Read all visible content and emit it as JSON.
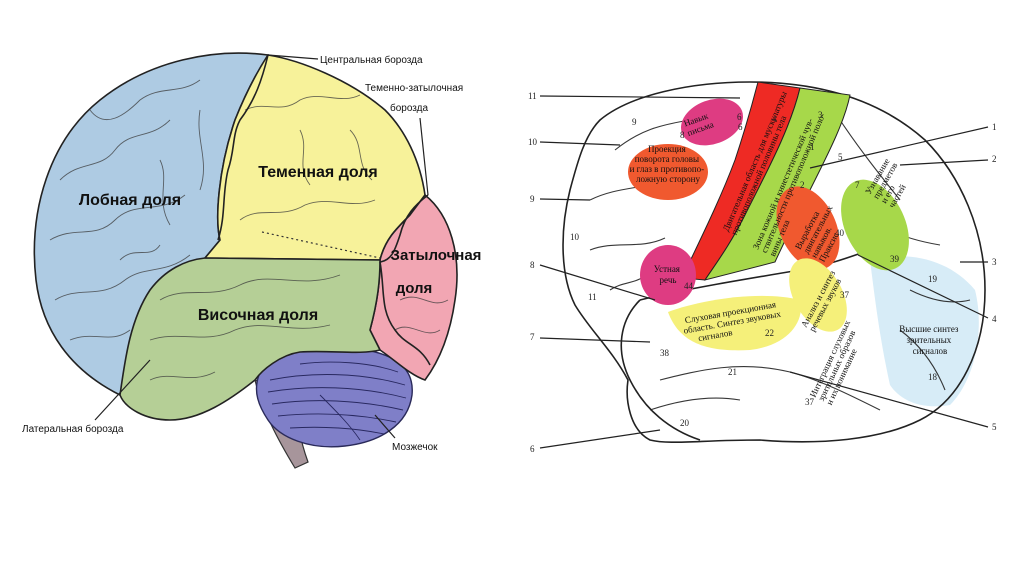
{
  "left_diagram": {
    "lobes": {
      "frontal": "Лобная доля",
      "parietal": "Теменная доля",
      "occipital_line1": "Затылочная",
      "occipital_line2": "доля",
      "temporal": "Височная доля"
    },
    "callouts": {
      "central_sulcus": "Центральная борозда",
      "parieto_occipital_line1": "Теменно-затылочная",
      "parieto_occipital_line2": "борозда",
      "lateral_sulcus": "Латеральная борозда",
      "cerebellum": "Мозжечок"
    },
    "colors": {
      "frontal": "#aecbe3",
      "parietal": "#f7f29a",
      "occipital": "#f2a6b3",
      "temporal": "#b5cf96",
      "cerebellum": "#7f7fc8",
      "brainstem": "#a7959b"
    }
  },
  "right_diagram": {
    "zones": {
      "writing": [
        "Навык",
        "письма"
      ],
      "head_turn": [
        "Проекция",
        "поворота головы",
        "и глаз в противопо-",
        "ложную сторону"
      ],
      "motor": [
        "Двигательная область для мускулатуры",
        "противоположной половины тела"
      ],
      "sensory": [
        "Зона кожной и кинестетической чув-",
        "ствительности противоположной поло-",
        "вины тела"
      ],
      "praxis": [
        "Выработка",
        "двигательных",
        "навыков.",
        "Праксис"
      ],
      "recognition": [
        "Узнавание",
        "предметов",
        "и его",
        "частей"
      ],
      "speech": [
        "Устная",
        "речь"
      ],
      "auditory": [
        "Слуховая проекционная",
        "область. Синтез звуковых",
        "сигналов"
      ],
      "speech_analysis": [
        "Анализ и синтез",
        "речевых звуков"
      ],
      "integration": [
        "Интеграция слуховых",
        "зрительных образов",
        "и их понимание"
      ],
      "visual_synthesis": [
        "Высшие синтез",
        "зрительных",
        "сигналов"
      ]
    },
    "field_numbers": [
      "9",
      "8",
      "6",
      "4",
      "3",
      "1",
      "2",
      "5",
      "7",
      "40",
      "39",
      "19",
      "10",
      "11",
      "44",
      "22",
      "37",
      "38",
      "21",
      "20",
      "18"
    ],
    "zone_numbers": {
      "writing": "6",
      "speech": "44",
      "auditory": "22"
    },
    "left_labels": [
      "11",
      "10",
      "9",
      "8",
      "7",
      "6"
    ],
    "right_labels": [
      "1",
      "2",
      "3",
      "4",
      "5"
    ],
    "colors": {
      "red": "#ee2a24",
      "orange_red": "#f0592f",
      "green": "#a7d84a",
      "yellow": "#f5f07a",
      "pink": "#de3c82",
      "light_blue": "#d7ecf7",
      "peach": "#f4b6a0"
    }
  }
}
